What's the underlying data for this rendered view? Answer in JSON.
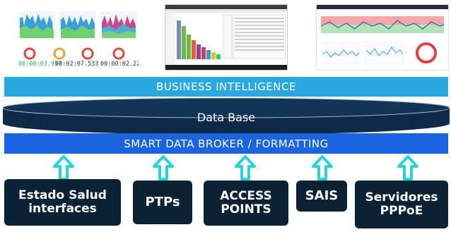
{
  "screens": {
    "dashboard_timers": [
      "00:00:03.957",
      "00:02:07.533",
      "00:00:02.222"
    ]
  },
  "layers": {
    "business_intelligence": "BUSINESS INTELLIGENCE",
    "database": "Data Base",
    "broker": "SMART DATA BROKER / FORMATTING"
  },
  "sources": [
    {
      "label": "Estado Salud\ninterfaces"
    },
    {
      "label": "PTPs"
    },
    {
      "label": "ACCESS\nPOINTS"
    },
    {
      "label": "SAIS"
    },
    {
      "label": "Servidores\nPPPoE"
    }
  ],
  "colors": {
    "bi_bar": "#27a8e0",
    "database": "#0e2a47",
    "broker_bar": "#1a64e0",
    "arrow": "#2ad3d3",
    "source_box": "#0b2235"
  }
}
